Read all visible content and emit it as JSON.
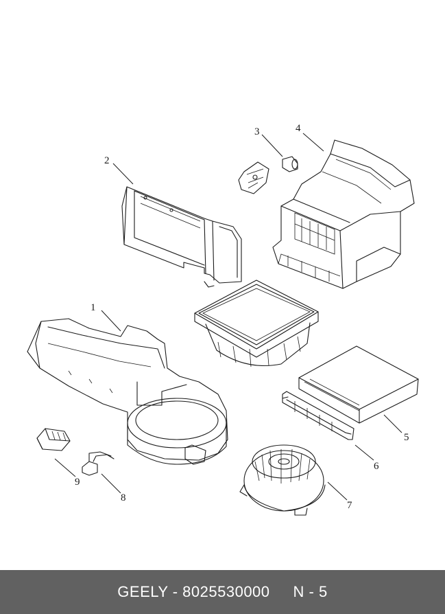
{
  "callouts": {
    "c1": "1",
    "c2": "2",
    "c3": "3",
    "c4": "4",
    "c5": "5",
    "c6": "6",
    "c7": "7",
    "c8": "8",
    "c9": "9"
  },
  "footer": {
    "part_number": "GEELY - 8025530000",
    "page_ref": "N - 5"
  },
  "colors": {
    "footer_bg": "#616161",
    "footer_text": "#ffffff",
    "line": "#1a1a1a"
  }
}
